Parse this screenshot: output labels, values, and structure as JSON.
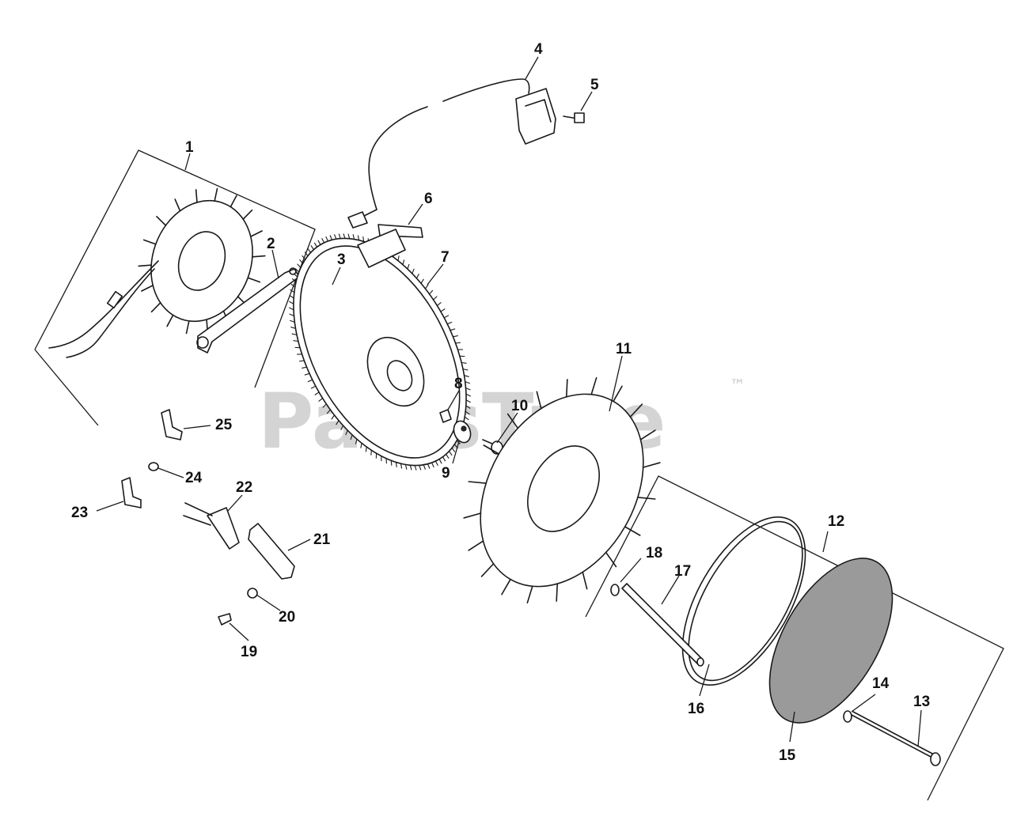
{
  "diagram": {
    "callouts": [
      "1",
      "2",
      "3",
      "4",
      "5",
      "6",
      "7",
      "8",
      "9",
      "10",
      "11",
      "12",
      "13",
      "14",
      "15",
      "16",
      "17",
      "18",
      "19",
      "20",
      "21",
      "22",
      "23",
      "24",
      "25"
    ]
  },
  "watermark": {
    "text": "PartsTree",
    "trademark": "™"
  },
  "colors": {
    "line": "#1a1a1a",
    "watermark": "#c9c9c9",
    "background": "#ffffff"
  }
}
